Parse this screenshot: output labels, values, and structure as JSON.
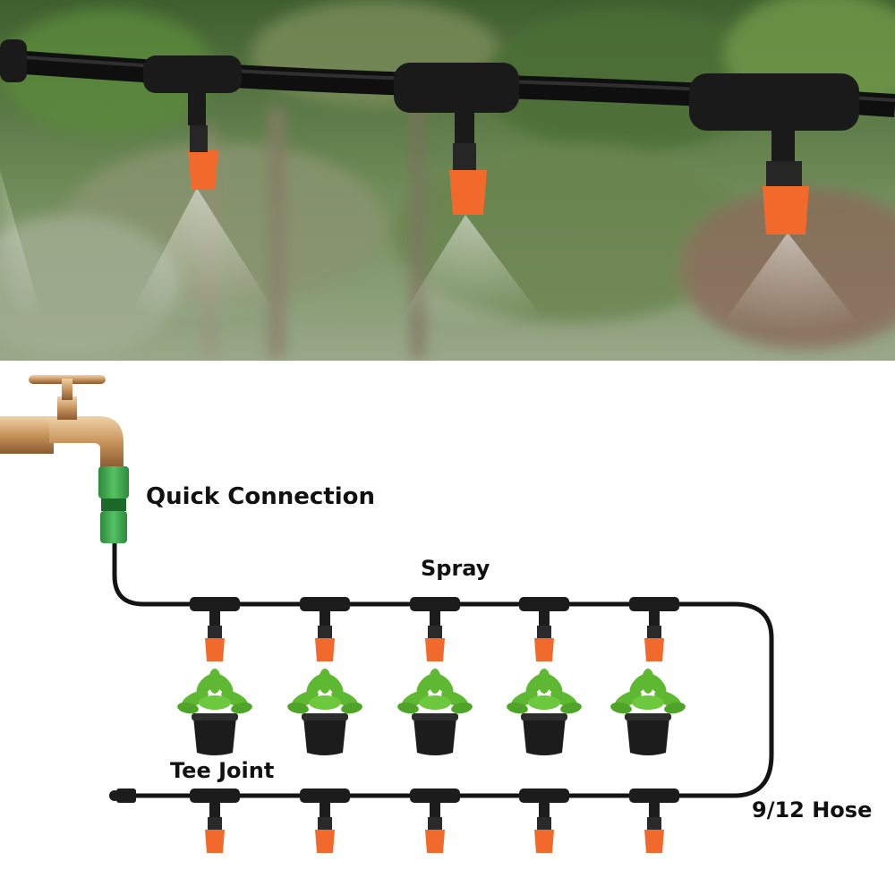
{
  "labels": {
    "quick_connection": "Quick Connection",
    "spray": "Spray",
    "tee_joint": "Tee Joint",
    "hose": "9/12 Hose"
  },
  "colors": {
    "nozzle_orange": "#f26a2b",
    "hose_black": "#141414",
    "connector_green": "#3fa34d",
    "faucet_brass": "#c8945c",
    "plant_green": "#5fb832",
    "pot_black": "#1c1c1c",
    "photo_green": "#4f7a3c"
  },
  "icons": {
    "faucet": "faucet-icon",
    "connector": "quick-connector-icon",
    "tee": "tee-joint-icon",
    "nozzle": "spray-nozzle-icon",
    "plant": "potted-plant-icon",
    "end_cap": "end-plug-icon"
  }
}
